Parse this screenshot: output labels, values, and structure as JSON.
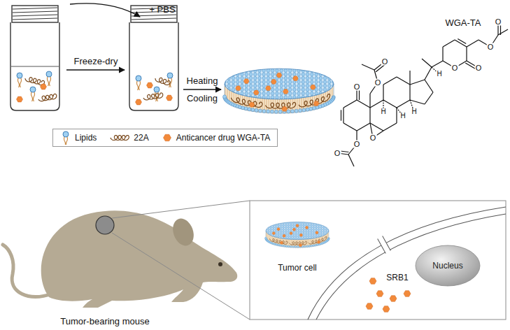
{
  "diagram": {
    "nodes": [
      {
        "text": [
          "Nucleus"
        ]
      }
    ],
    "labels": [
      "+ PBS",
      "Freeze-dry",
      "Heating",
      "Cooling",
      "WGA-TA",
      "O",
      "O",
      "O",
      "O",
      "O",
      "O",
      "O",
      "O",
      "O",
      "O",
      "H",
      "H",
      "H",
      "H",
      "Tumor-bearing mouse",
      "Tumor cell",
      "SRB1"
    ],
    "legend": [
      {
        "text": "Lipids"
      },
      {
        "text": "22A"
      },
      {
        "text": "Anticancer drug WGA-TA"
      }
    ]
  }
}
